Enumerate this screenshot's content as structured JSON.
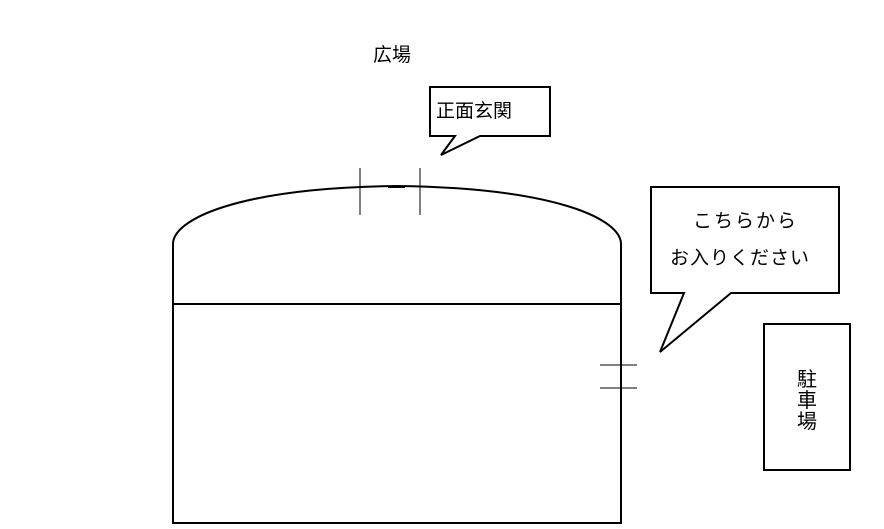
{
  "labels": {
    "plaza": "広場",
    "main_entrance": "正面玄関",
    "callout_line1": "こちらから",
    "callout_line2": "お入りください",
    "parking": "駐車場"
  },
  "colors": {
    "stroke": "#000000",
    "background": "#ffffff"
  }
}
